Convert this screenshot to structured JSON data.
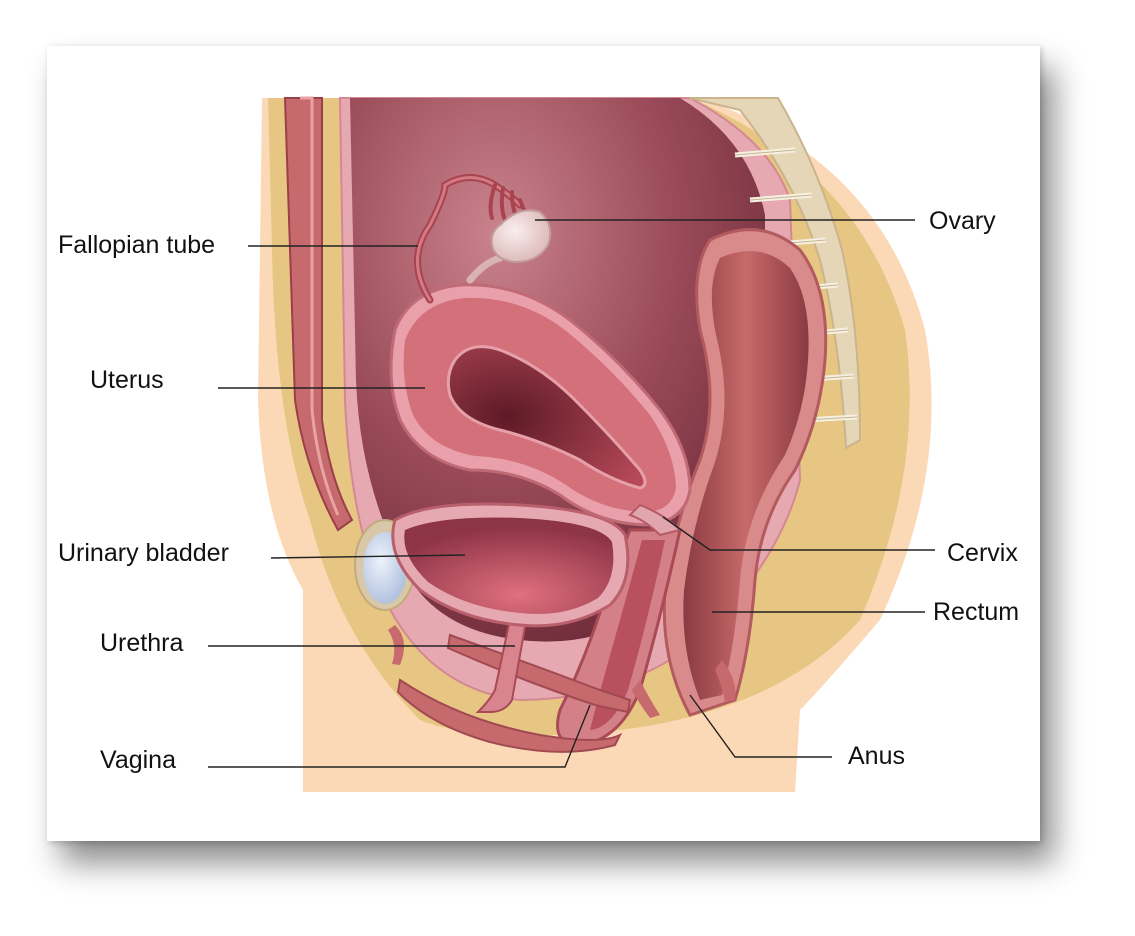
{
  "labels": {
    "fallopian_tube": "Fallopian tube",
    "ovary": "Ovary",
    "uterus": "Uterus",
    "urinary_bladder": "Urinary bladder",
    "cervix": "Cervix",
    "urethra": "Urethra",
    "rectum": "Rectum",
    "vagina": "Vagina",
    "anus": "Anus"
  },
  "colors": {
    "skin": "#fbd9b6",
    "fat": "#e7c583",
    "muscle": "#c66a6e",
    "cavity": "#8f3f4c",
    "uterus": "#d4707a",
    "bladder": "#a84b5c",
    "bone": "#e6d6b8",
    "leader_line": "#222222"
  }
}
